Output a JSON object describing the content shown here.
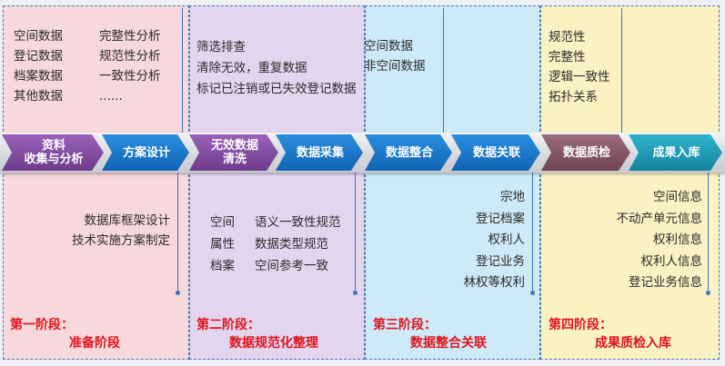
{
  "stages": [
    {
      "stage_label": "第一阶段：",
      "stage_name": "准备阶段",
      "top_items_left": [
        "空间数据",
        "登记数据",
        "档案数据",
        "其他数据"
      ],
      "top_items_right": [
        "完整性分析",
        "规范性分析",
        "一致性分析",
        "......"
      ],
      "step_a": [
        "资料",
        "收集与分析"
      ],
      "step_b": "方案设计",
      "bottom_items": [
        "数据库框架设计",
        "技术实施方案制定"
      ],
      "color": "#f7d8dc"
    },
    {
      "stage_label": "第二阶段：",
      "stage_name": "数据规范化整理",
      "top_items": [
        "筛选排查",
        "清除无效，重复数据",
        "标记已注销或已失效登记数据"
      ],
      "step_a": [
        "无效数据",
        "清洗"
      ],
      "step_b": "数据采集",
      "bottom_items_left": [
        "空间",
        "属性",
        "档案"
      ],
      "bottom_items_right": [
        "语义一致性规范",
        "数据类型规范",
        "空间参考一致"
      ],
      "color": "#e4d5ef"
    },
    {
      "stage_label": "第三阶段：",
      "stage_name": "数据整合关联",
      "top_items": [
        "空间数据",
        "非空间数据"
      ],
      "step_a": "数据整合",
      "step_b": "数据关联",
      "bottom_items": [
        "宗地",
        "登记档案",
        "权利人",
        "登记业务",
        "林权等权利"
      ],
      "color": "#cdeaf8"
    },
    {
      "stage_label": "第四阶段：",
      "stage_name": "成果质检入库",
      "top_items": [
        "规范性",
        "完整性",
        "逻辑一致性",
        "拓扑关系"
      ],
      "step_a": "数据质检",
      "step_b": "成果入库",
      "bottom_items": [
        "空间信息",
        "不动产单元信息",
        "权利信息",
        "权利人信息",
        "登记业务信息"
      ],
      "color": "#fbf2c4"
    }
  ]
}
